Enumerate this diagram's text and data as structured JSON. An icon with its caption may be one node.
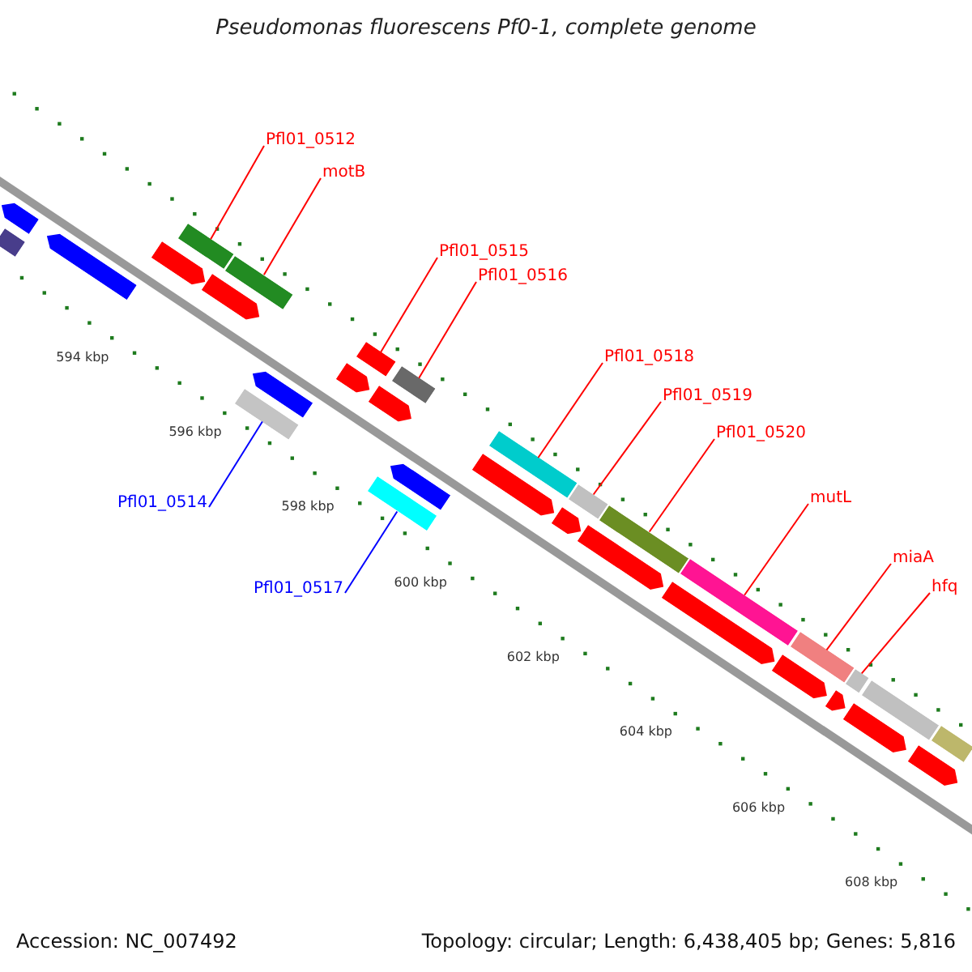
{
  "diagram": {
    "title": "Pseudomonas fluorescens Pf0-1, complete genome",
    "nodes": [
      {
        "text": [
          "Pfl01_0512"
        ]
      },
      {
        "text": [
          "motB"
        ]
      },
      {
        "text": [
          "Pfl01_0514"
        ]
      },
      {
        "text": [
          "Pfl01_0515"
        ]
      },
      {
        "text": [
          "Pfl01_0516"
        ]
      },
      {
        "text": [
          "Pfl01_0517"
        ]
      },
      {
        "text": [
          "Pfl01_0518"
        ]
      },
      {
        "text": [
          "Pfl01_0519"
        ]
      },
      {
        "text": [
          "Pfl01_0520"
        ]
      },
      {
        "text": [
          "mutL"
        ]
      },
      {
        "text": [
          "miaA"
        ]
      },
      {
        "text": [
          "hfq"
        ]
      },
      {
        "text": [],
        "shape": "bar"
      },
      {
        "text": [],
        "shape": "bar"
      },
      {
        "text": [],
        "shape": "bar"
      },
      {
        "text": [],
        "shape": "bar"
      },
      {
        "text": [],
        "shape": "bar"
      },
      {
        "text": [],
        "shape": "bar"
      },
      {
        "text": [],
        "shape": "bar"
      },
      {
        "text": [],
        "shape": "bar"
      },
      {
        "text": [],
        "shape": "bar"
      },
      {
        "text": [],
        "shape": "bar"
      },
      {
        "text": [],
        "shape": "bar"
      },
      {
        "text": [],
        "shape": "bar"
      },
      {
        "text": [],
        "shape": "arrow"
      },
      {
        "text": [],
        "shape": "arrow"
      },
      {
        "text": [],
        "shape": "arrow"
      },
      {
        "text": [],
        "shape": "arrow"
      },
      {
        "text": [],
        "shape": "bar"
      },
      {
        "text": [],
        "shape": "arrow"
      },
      {
        "text": [],
        "shape": "arrow"
      },
      {
        "text": [],
        "shape": "arrow"
      },
      {
        "text": [],
        "shape": "arrow"
      },
      {
        "text": [],
        "shape": "arrow"
      },
      {
        "text": [],
        "shape": "arrow"
      },
      {
        "text": [],
        "shape": "arrow"
      },
      {
        "text": [],
        "shape": "arrow"
      },
      {
        "text": [],
        "shape": "arrow"
      },
      {
        "text": [],
        "shape": "arrow"
      },
      {
        "text": [],
        "shape": "arrow"
      },
      {
        "text": [],
        "shape": "arrow"
      },
      {
        "text": [],
        "shape": "bar"
      },
      {
        "text": [],
        "shape": "bar"
      }
    ],
    "edges": [
      {
        "from": 0,
        "to": 12,
        "arrow": "none"
      },
      {
        "from": 1,
        "to": 13,
        "arrow": "none"
      },
      {
        "from": 2,
        "to": 14,
        "arrow": "none",
        "color": "#0000ff"
      },
      {
        "from": 3,
        "to": 15,
        "arrow": "none"
      },
      {
        "from": 4,
        "to": 16,
        "arrow": "none"
      },
      {
        "from": 5,
        "to": 17,
        "arrow": "none",
        "color": "#0000ff"
      },
      {
        "from": 6,
        "to": 18,
        "arrow": "none"
      },
      {
        "from": 7,
        "to": 19,
        "arrow": "none"
      },
      {
        "from": 8,
        "to": 20,
        "arrow": "none"
      },
      {
        "from": 9,
        "to": 21,
        "arrow": "none"
      },
      {
        "from": 10,
        "to": 22,
        "arrow": "none"
      },
      {
        "from": 11,
        "to": 23,
        "arrow": "none"
      }
    ],
    "labels": [
      "594 kbp",
      "596 kbp",
      "598 kbp",
      "600 kbp",
      "602 kbp",
      "604 kbp",
      "606 kbp",
      "608 kbp",
      "Accession: NC_007492",
      "Topology: circular; Length: 6,438,405 bp; Genes: 5,816"
    ]
  }
}
